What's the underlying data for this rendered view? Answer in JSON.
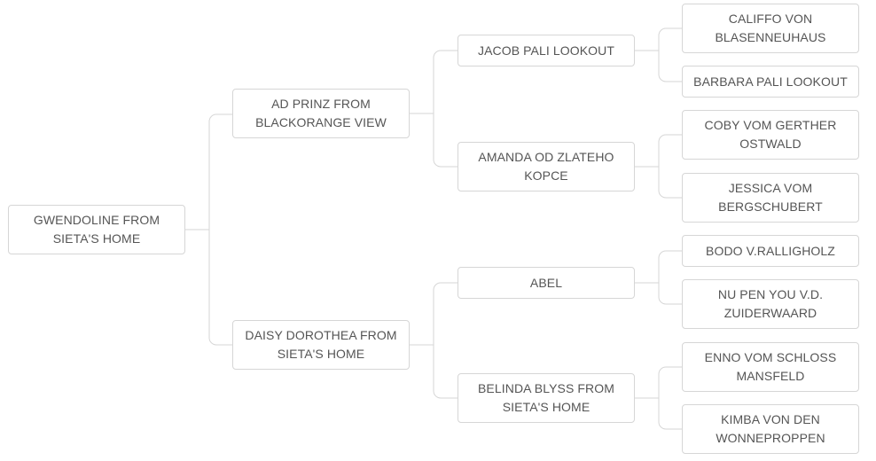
{
  "tree": {
    "root": {
      "label": "GWENDOLINE FROM\nSIETA'S HOME"
    },
    "parents": [
      {
        "label": "AD PRINZ FROM\nBLACKORANGE VIEW"
      },
      {
        "label": "DAISY DOROTHEA FROM\nSIETA'S HOME"
      }
    ],
    "grandparents": [
      {
        "label": "JACOB PALI LOOKOUT"
      },
      {
        "label": "AMANDA OD ZLATEHO\nKOPCE"
      },
      {
        "label": "ABEL"
      },
      {
        "label": "BELINDA BLYSS FROM\nSIETA'S HOME"
      }
    ],
    "great_grandparents": [
      {
        "label": "CALIFFO VON\nBLASENNEUHAUS"
      },
      {
        "label": "BARBARA PALI LOOKOUT"
      },
      {
        "label": "COBY VOM GERTHER\nOSTWALD"
      },
      {
        "label": "JESSICA VOM\nBERGSCHUBERT"
      },
      {
        "label": "BODO V.RALLIGHOLZ"
      },
      {
        "label": "NU PEN YOU V.D.\nZUIDERWAARD"
      },
      {
        "label": "ENNO VOM SCHLOSS\nMANSFELD"
      },
      {
        "label": "KIMBA VON DEN\nWONNEPROPPEN"
      }
    ]
  },
  "colors": {
    "border": "#d6d6d6",
    "connector": "#d6d6d6",
    "text": "#555555",
    "background": "#ffffff"
  }
}
